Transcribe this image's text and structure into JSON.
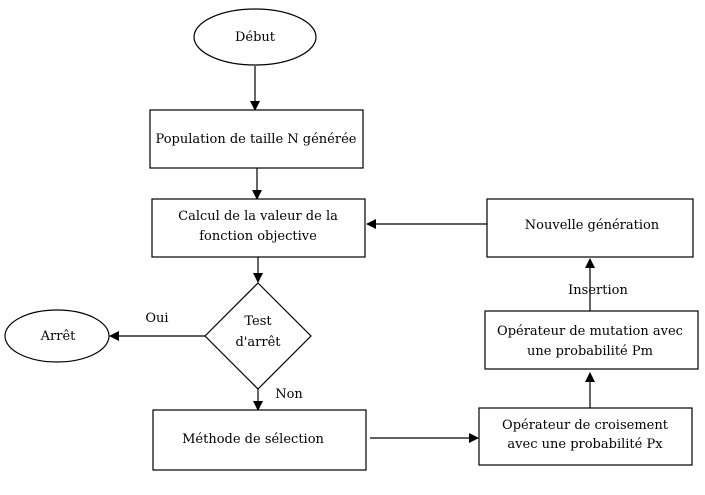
{
  "nodes": {
    "debut": "Début",
    "population": "Population de taille N générée",
    "calcul_line1": "Calcul de la valeur de la",
    "calcul_line2": "fonction objective",
    "test_line1": "Test",
    "test_line2": "d'arrêt",
    "arret": "Arrêt",
    "selection": "Méthode de sélection",
    "croisement_line1": "Opérateur de croisement",
    "croisement_line2": "avec une probabilité  Px",
    "mutation_line1": "Opérateur de mutation avec",
    "mutation_line2": "une probabilité Pm",
    "nouvelle": "Nouvelle génération"
  },
  "edge_labels": {
    "oui": "Oui",
    "non": "Non",
    "insertion": "Insertion"
  }
}
